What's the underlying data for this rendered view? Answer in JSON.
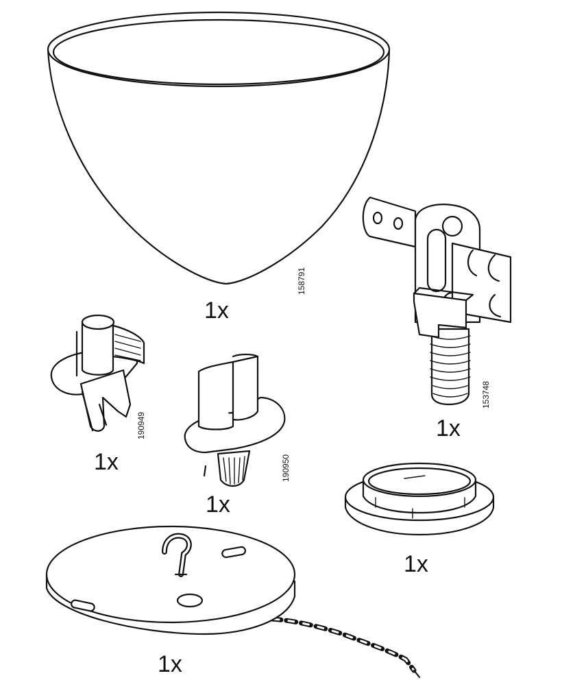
{
  "parts": [
    {
      "id": "shade",
      "quantity": "1x",
      "part_number": "158791"
    },
    {
      "id": "bracket",
      "quantity": "1x",
      "part_number": "153748"
    },
    {
      "id": "cord-grip-left",
      "quantity": "1x",
      "part_number": "190949"
    },
    {
      "id": "cord-grip-center",
      "quantity": "1x",
      "part_number": "190950"
    },
    {
      "id": "shade-ring",
      "quantity": "1x"
    },
    {
      "id": "ceiling-cup",
      "quantity": "1x"
    }
  ],
  "colors": {
    "line": "#111111",
    "background": "#ffffff",
    "cord_dark": "#111111"
  }
}
